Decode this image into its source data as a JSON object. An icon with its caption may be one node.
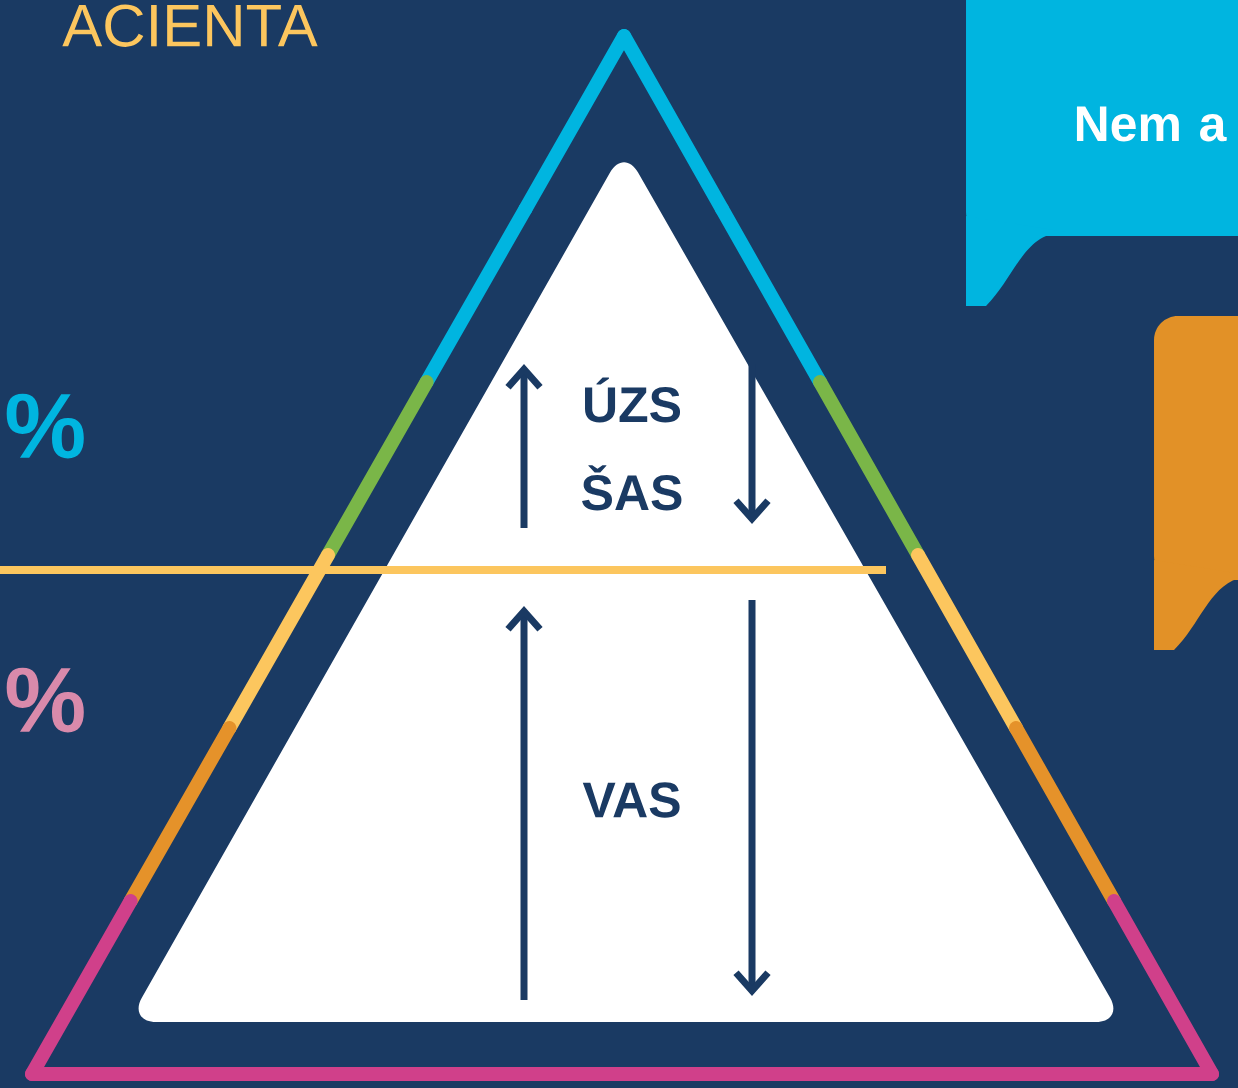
{
  "diagram": {
    "nodes": [
      {
        "text": [
          "Nem a"
        ]
      },
      {
        "text": [],
        "shape": "box"
      }
    ],
    "labels": [
      "ACIENTA",
      "%",
      "%",
      "ÚZS ŠAS",
      "VAS"
    ]
  }
}
